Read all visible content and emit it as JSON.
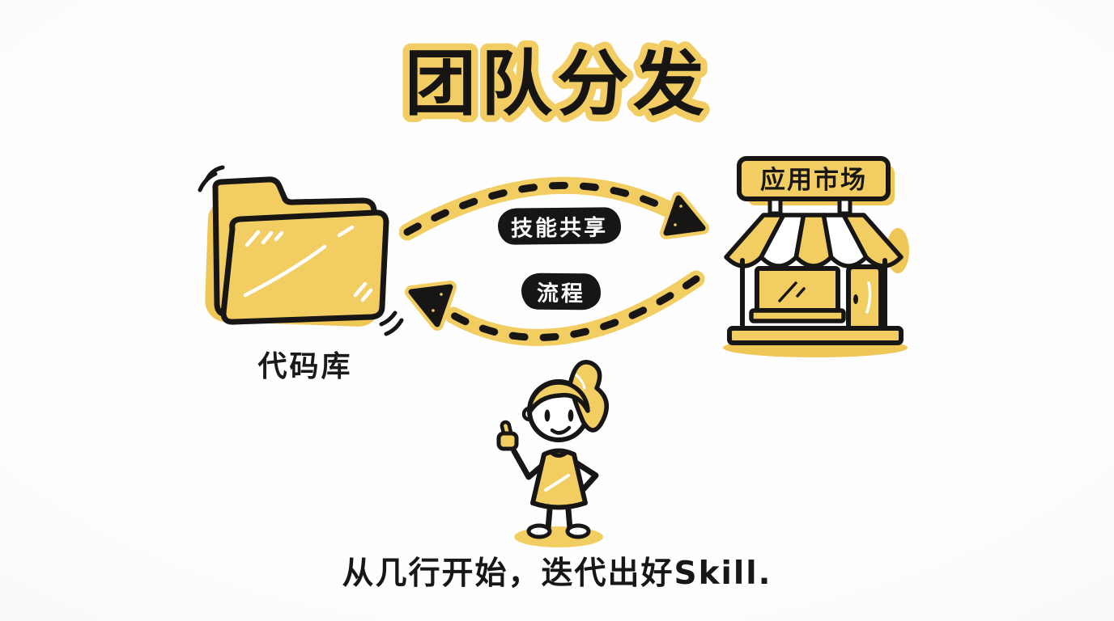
{
  "title": "团队分发",
  "diagram": {
    "folder_label": "代码库",
    "store_sign": "应用市场",
    "top_arrow_label": "技能共享",
    "bottom_arrow_label": "流程"
  },
  "caption": "从几行开始，迭代出好Skill.",
  "colors": {
    "yellow": "#F2CE62",
    "yellow_deep": "#EFC757",
    "ink": "#171614",
    "paper": "#F6F5F2",
    "pill_text": "#FBFAF8"
  }
}
